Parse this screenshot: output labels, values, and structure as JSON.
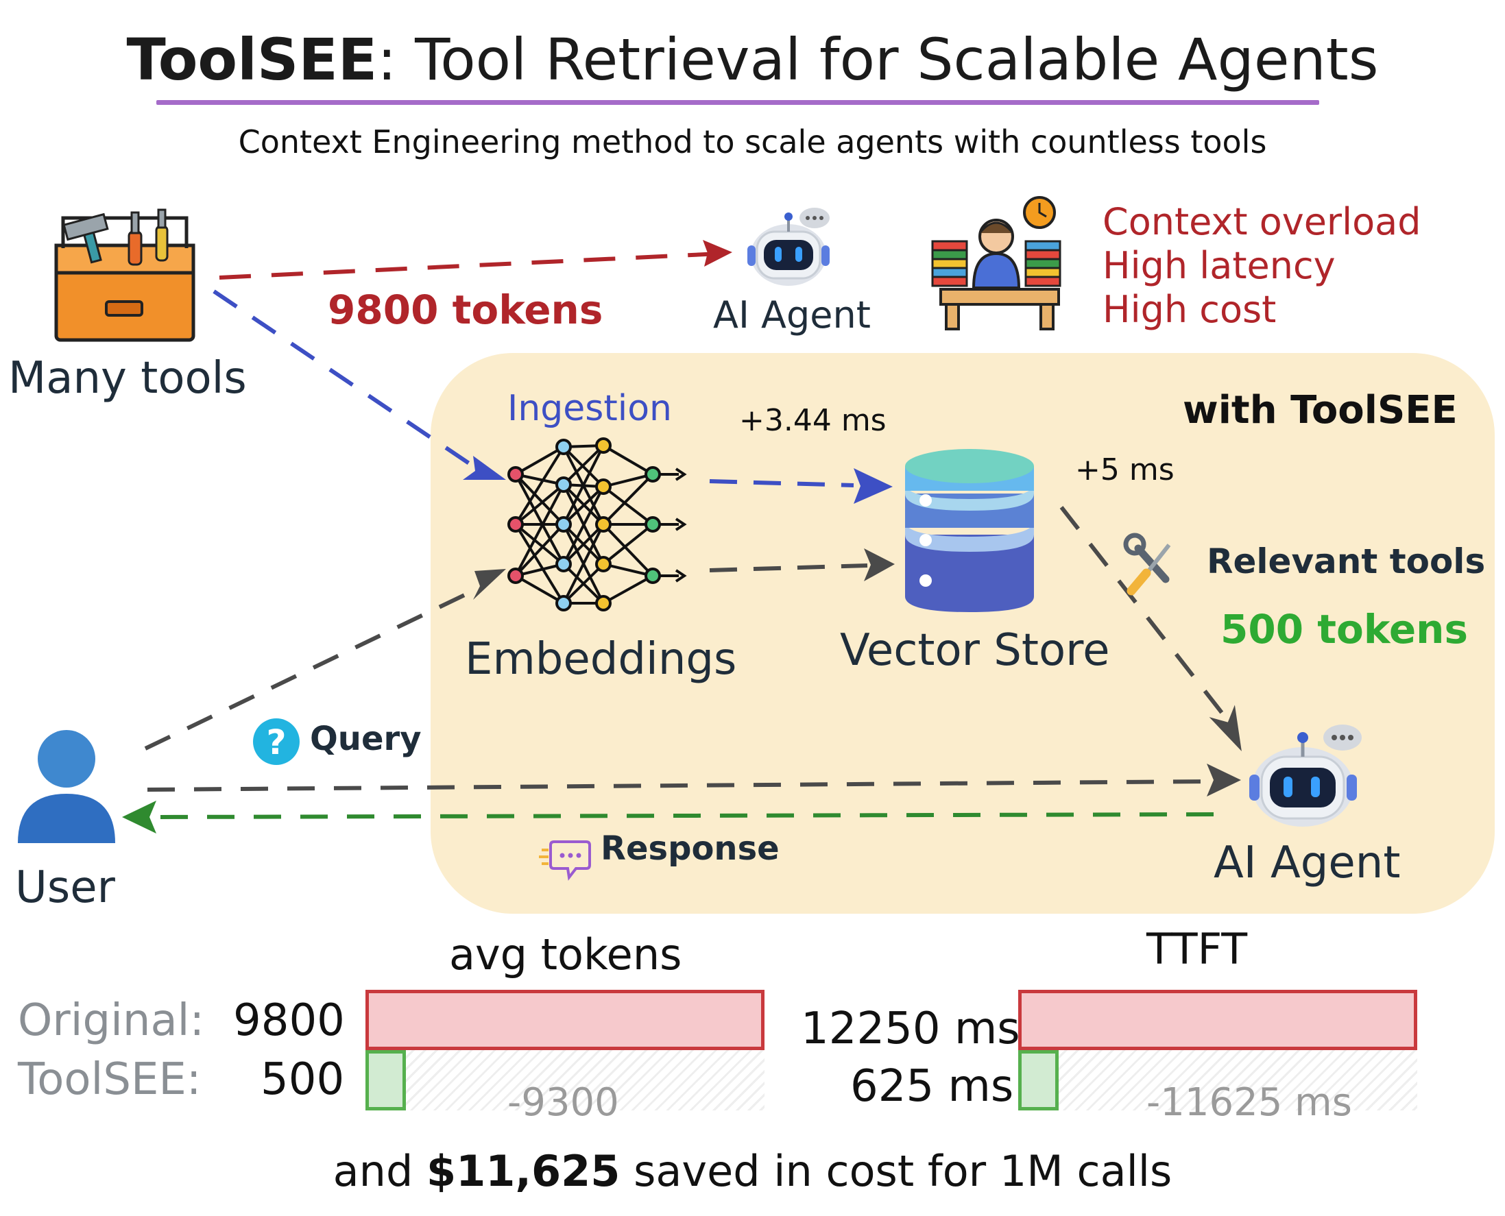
{
  "header": {
    "title_bold": "ToolSEE",
    "title_rest": ": Tool Retrieval for Scalable Agents",
    "subtitle": "Context Engineering method to scale agents with countless tools"
  },
  "top": {
    "many_tools": "Many tools",
    "tokens": "9800 tokens",
    "agent": "AI Agent",
    "issues": [
      "Context overload",
      "High latency",
      "High cost"
    ]
  },
  "panel": {
    "heading": "with ToolSEE",
    "ingestion": "Ingestion",
    "embeddings": "Embeddings",
    "vector_store": "Vector Store",
    "latency_embed": "+3.44 ms",
    "latency_store": "+5 ms",
    "relevant": "Relevant tools",
    "tokens": "500 tokens",
    "query": "Query",
    "response": "Response",
    "agent": "AI Agent"
  },
  "user": "User",
  "stats": {
    "tokens_title": "avg tokens",
    "ttft_title": "TTFT",
    "original_label": "Original:",
    "toolsee_label": "ToolSEE:",
    "original_tokens": "9800",
    "toolsee_tokens": "500",
    "tokens_diff": "-9300",
    "original_ttft": "12250 ms",
    "toolsee_ttft": "625 ms",
    "ttft_diff": "-11625 ms",
    "bars": {
      "tokens": {
        "original": 9800,
        "toolsee": 500
      },
      "ttft_ms": {
        "original": 12250,
        "toolsee": 625
      }
    }
  },
  "footer": {
    "pre": "and ",
    "amount": "$11,625",
    "post": " saved in cost for 1M calls"
  },
  "colors": {
    "panel": "#fbedcd",
    "red_arrow": "#b0252a",
    "blue_arrow": "#3d4fc4",
    "gray_arrow": "#4a4a4a",
    "green_arrow": "#2f8a2f",
    "bar_original": "#f6c9cc",
    "bar_toolsee": "#d2ebd2"
  }
}
